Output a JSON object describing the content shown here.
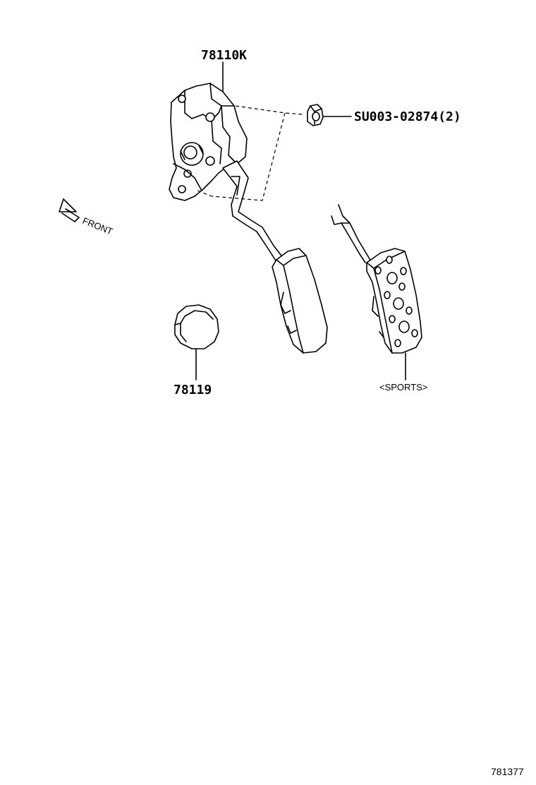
{
  "labels": {
    "part_pedal_assy": "78110K",
    "part_nut": "SU003-02874(2)",
    "part_stopper": "78119",
    "direction": "FRONT",
    "variant": "<SPORTS>",
    "figure_number": "781377"
  },
  "icons": {
    "direction_arrow": "front-arrow-icon"
  }
}
